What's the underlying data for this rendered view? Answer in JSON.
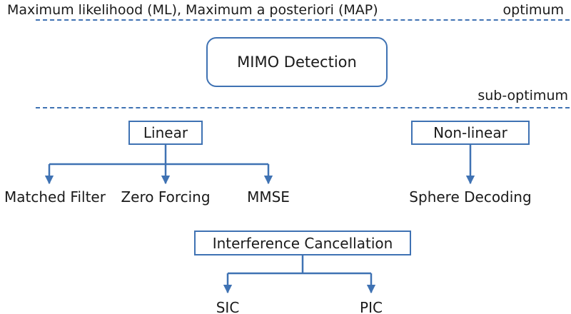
{
  "header": {
    "optimal_methods": "Maximum likelihood (ML), Maximum a posteriori (MAP)",
    "optimum_label": "optimum",
    "sub_optimum_label": "sub-optimum"
  },
  "root_node": {
    "label": "MIMO Detection"
  },
  "linear": {
    "label": "Linear",
    "children": [
      "Matched Filter",
      "Zero Forcing",
      "MMSE"
    ]
  },
  "non_linear": {
    "label": "Non-linear",
    "children": [
      "Sphere Decoding"
    ]
  },
  "interference_cancellation": {
    "label": "Interference Cancellation",
    "children": [
      "SIC",
      "PIC"
    ]
  },
  "colors": {
    "accent": "#3f72b3",
    "text": "#1a1a1a",
    "background": "#ffffff"
  }
}
